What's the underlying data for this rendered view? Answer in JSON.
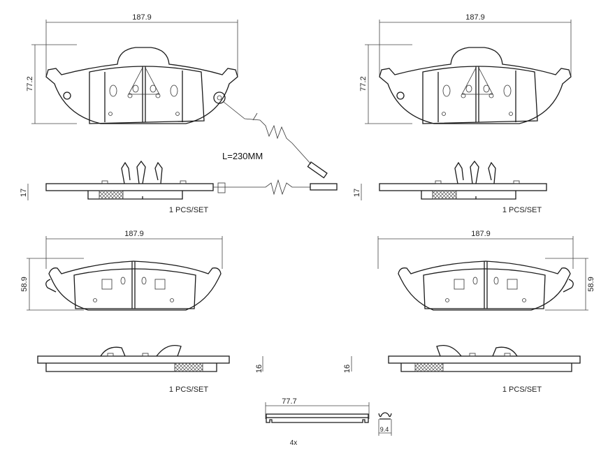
{
  "title": "Brake pad set technical drawing",
  "front_pads": {
    "width": "187.9",
    "height": "77.2",
    "thickness": "17",
    "quantity": "1 PCS/SET",
    "sensor_wire_length": "L=230MM"
  },
  "rear_pads": {
    "width": "187.9",
    "height": "58.9",
    "thickness": "16",
    "quantity": "1 PCS/SET"
  },
  "clip": {
    "length": "77.7",
    "height": "9.4",
    "count": "4x"
  },
  "colors": {
    "line": "#1a1a1a",
    "background": "#ffffff"
  }
}
